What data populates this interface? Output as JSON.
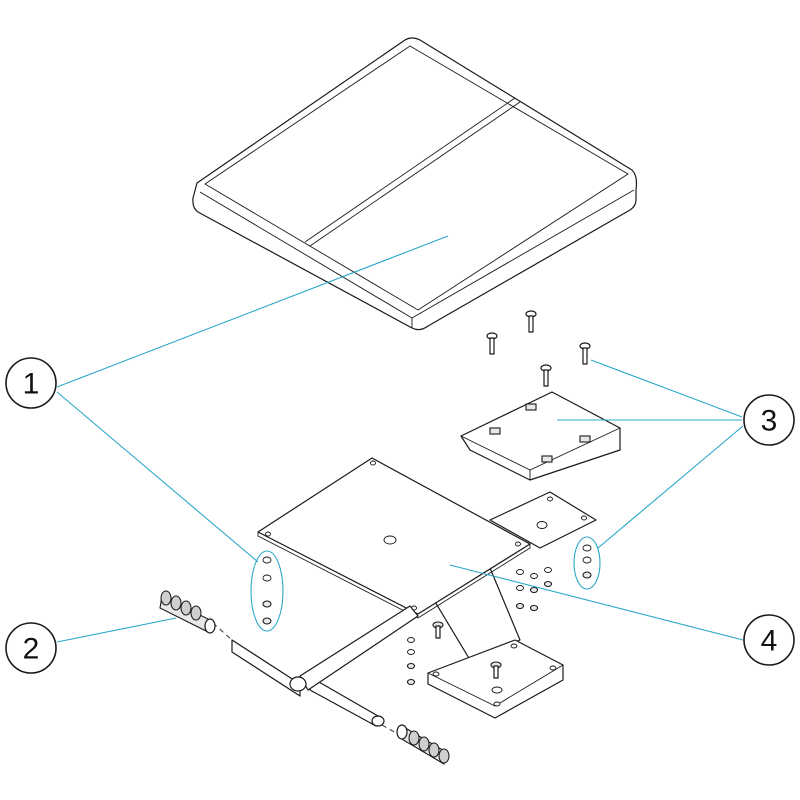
{
  "callouts": [
    {
      "id": "1",
      "label": "1"
    },
    {
      "id": "2",
      "label": "2"
    },
    {
      "id": "3",
      "label": "3"
    },
    {
      "id": "4",
      "label": "4"
    }
  ],
  "colors": {
    "leader": "#2aa7c9",
    "outline": "#1a1a1a",
    "fill": "#ffffff"
  }
}
